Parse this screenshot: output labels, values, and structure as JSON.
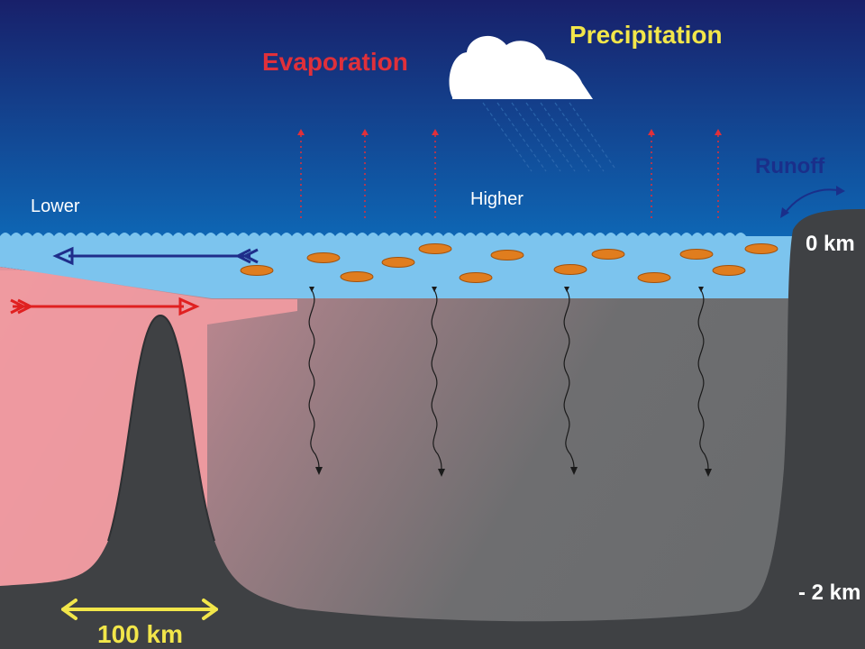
{
  "labels": {
    "precipitation": "Precipitation",
    "evaporation": "Evaporation",
    "runoff": "Runoff",
    "lower": "Lower",
    "higher": "Higher",
    "surface_depth": "0 km",
    "bottom_depth": "- 2 km",
    "scale": "100 km"
  },
  "colors": {
    "sky_top": "#18206a",
    "sky_bottom": "#0e64b2",
    "surface_water": "#7cc4ee",
    "inflow_water": "#ef9aa0",
    "deep_water": "#6c6e70",
    "rock": "#3f4144",
    "evaporation": "#e0303a",
    "precipitation": "#f2e64a",
    "runoff": "#1a2f8a",
    "scale_bar": "#f2e64a",
    "plankton": "#e07d1e",
    "outflow_arrow": "#1f2d8a",
    "inflow_arrow": "#e02020"
  },
  "icons": {
    "cloud": "cloud-icon",
    "scale_arrow": "double-arrow-icon"
  }
}
